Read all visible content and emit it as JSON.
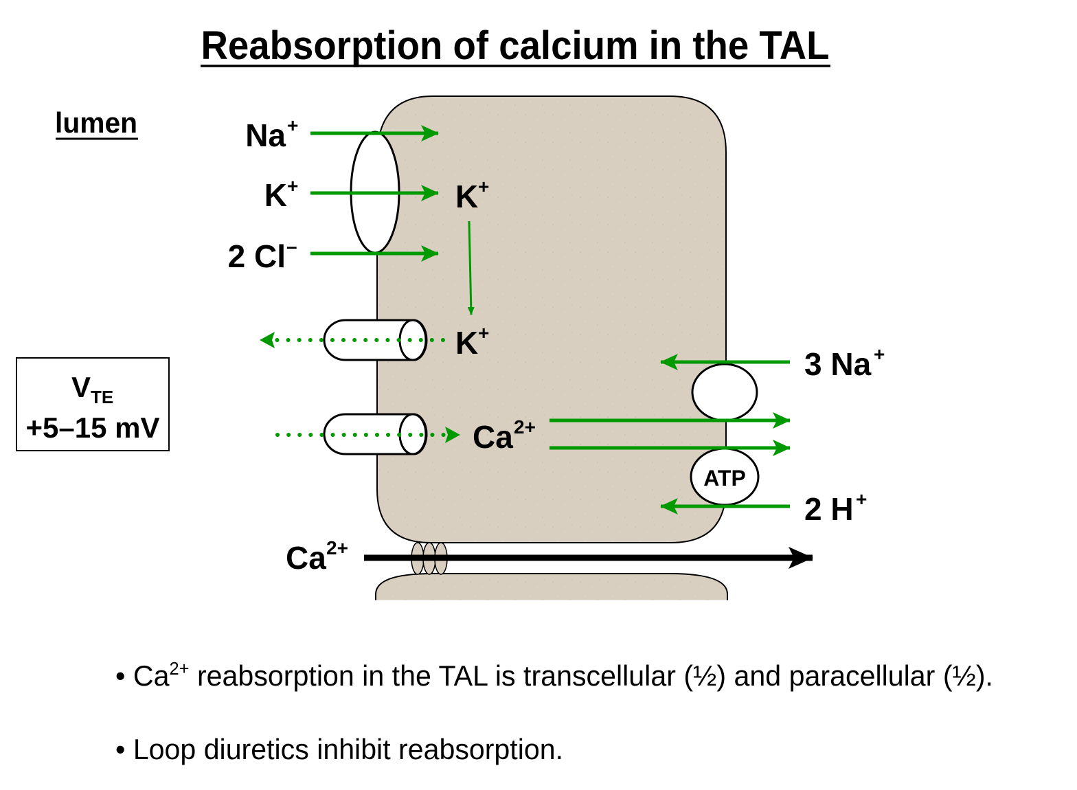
{
  "title": "Reabsorption of calcium in the TAL",
  "lumen_label": "lumen",
  "vte": {
    "v": "V",
    "sub": "TE",
    "value": "+5–15 mV"
  },
  "apical_transport": {
    "na_label": "Na",
    "na_charge": "+",
    "k_label": "K",
    "k_charge": "+",
    "cl_label": "2 Cl",
    "cl_charge": "–",
    "k_cell_label": "K",
    "k_cell_charge": "+",
    "k_recycle_label": "K",
    "k_recycle_charge": "+",
    "ca_cell_label": "Ca",
    "ca_cell_charge": "2+"
  },
  "basolateral_transport": {
    "na_label": "3 Na",
    "na_charge": "+",
    "h_label": "2 H",
    "h_charge": "+",
    "atp_label": "ATP"
  },
  "paracellular": {
    "ca_label": "Ca",
    "ca_charge": "2+"
  },
  "bullets": {
    "b1_ca": "• Ca",
    "b1_sup": "2+",
    "b1_rest": " reabsorption in the TAL is transcellular (½) and paracellular (½).",
    "b2": "• Loop diuretics inhibit reabsorption."
  },
  "colors": {
    "cell_fill": "#d9cfc1",
    "arrow_green": "#009900",
    "arrow_black": "#000000"
  }
}
